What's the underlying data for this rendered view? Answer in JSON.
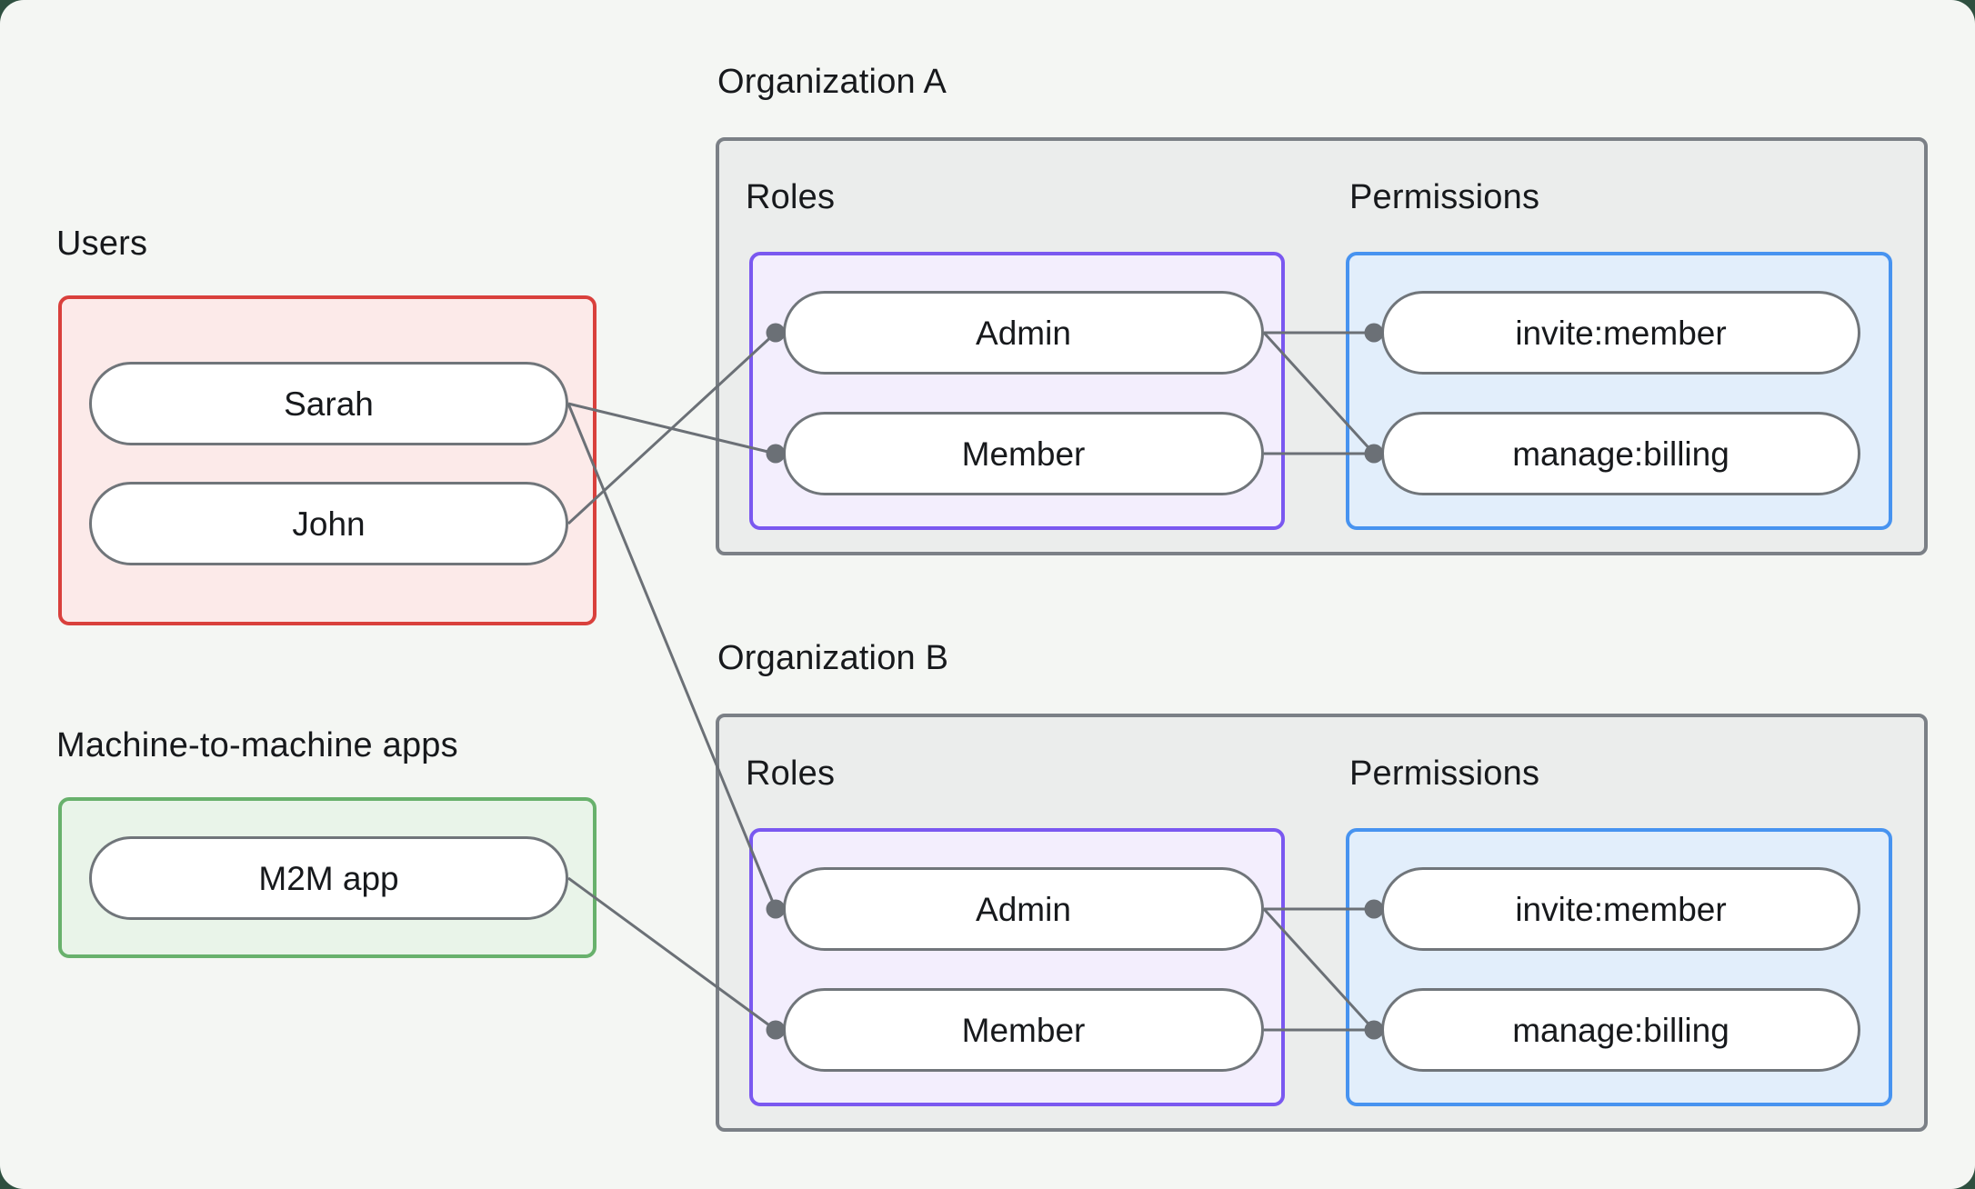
{
  "diagram": {
    "users": {
      "label": "Users",
      "items": [
        "Sarah",
        "John"
      ]
    },
    "m2m": {
      "label": "Machine-to-machine apps",
      "items": [
        "M2M app"
      ]
    },
    "organizations": [
      {
        "label": "Organization A",
        "roles_label": "Roles",
        "permissions_label": "Permissions",
        "roles": [
          "Admin",
          "Member"
        ],
        "permissions": [
          "invite:member",
          "manage:billing"
        ]
      },
      {
        "label": "Organization B",
        "roles_label": "Roles",
        "permissions_label": "Permissions",
        "roles": [
          "Admin",
          "Member"
        ],
        "permissions": [
          "invite:member",
          "manage:billing"
        ]
      }
    ],
    "connections": [
      {
        "from": "John",
        "to": "Organization A > Admin"
      },
      {
        "from": "Sarah",
        "to": "Organization A > Member"
      },
      {
        "from": "Sarah",
        "to": "Organization B > Admin"
      },
      {
        "from": "M2M app",
        "to": "Organization B > Member"
      },
      {
        "from": "Organization A > Admin",
        "to": "Organization A > invite:member"
      },
      {
        "from": "Organization A > Admin",
        "to": "Organization A > manage:billing"
      },
      {
        "from": "Organization A > Member",
        "to": "Organization A > manage:billing"
      },
      {
        "from": "Organization B > Admin",
        "to": "Organization B > invite:member"
      },
      {
        "from": "Organization B > Admin",
        "to": "Organization B > manage:billing"
      },
      {
        "from": "Organization B > Member",
        "to": "Organization B > manage:billing"
      }
    ],
    "colors": {
      "page_bg": "#f4f6f3",
      "outer_bg": "#2f5040",
      "text": "#17191c",
      "users_border": "#d9403c",
      "users_fill": "#fceae9",
      "m2m_border": "#68b16c",
      "m2m_fill": "#e9f4e9",
      "org_border": "#7b8086",
      "org_fill": "#ebedec",
      "roles_border": "#7a58f0",
      "roles_fill": "#f3eefd",
      "permissions_border": "#4793f0",
      "permissions_fill": "#e2eefb",
      "pill_border": "#70757a",
      "wire": "#6b7076"
    }
  }
}
